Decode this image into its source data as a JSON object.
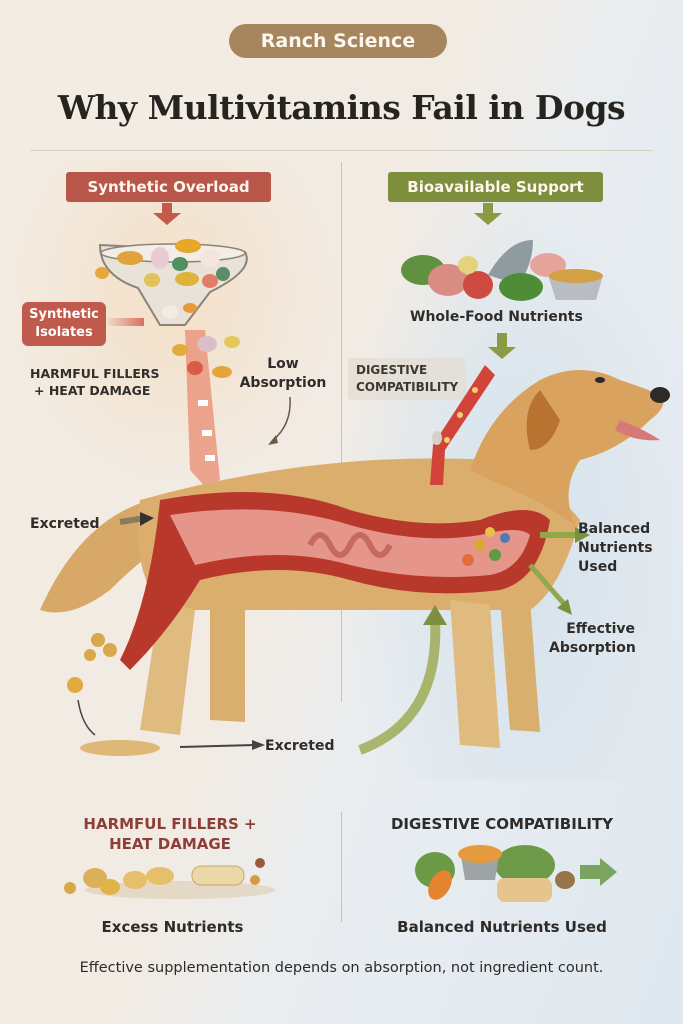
{
  "header": {
    "badge": "Ranch Science",
    "title": "Why Multivitamins Fail in Dogs"
  },
  "left_panel": {
    "banner": "Synthetic Overload",
    "banner_color": "#b9564a",
    "labels": {
      "synthetic_isolates_line1": "Synthetic",
      "synthetic_isolates_line2": "Isolates",
      "harmful_fillers_line1": "HARMFUL FILLERS",
      "harmful_fillers_line2": "+ HEAT DAMAGE",
      "low_absorption_line1": "Low",
      "low_absorption_line2": "Absorption",
      "excreted_upper": "Excreted",
      "excreted_lower": "Excreted"
    }
  },
  "right_panel": {
    "banner": "Bioavailable Support",
    "banner_color": "#7d8e3c",
    "labels": {
      "whole_food": "Whole-Food Nutrients",
      "digestive_line1": "DIGESTIVE",
      "digestive_line2": "COMPATIBILITY",
      "balanced_line1": "Balanced",
      "balanced_line2": "Nutrients",
      "balanced_line3": "Used",
      "effective_line1": "Effective",
      "effective_line2": "Absorption"
    }
  },
  "bottom": {
    "left_heading_line1": "HARMFUL FILLERS +",
    "left_heading_line2": "HEAT DAMAGE",
    "left_heading_color": "#8c3f36",
    "left_caption": "Excess Nutrients",
    "right_heading": "DIGESTIVE COMPATIBILITY",
    "right_caption": "Balanced Nutrients Used"
  },
  "footer": "Effective supplementation depends on absorption, not ingredient count."
}
